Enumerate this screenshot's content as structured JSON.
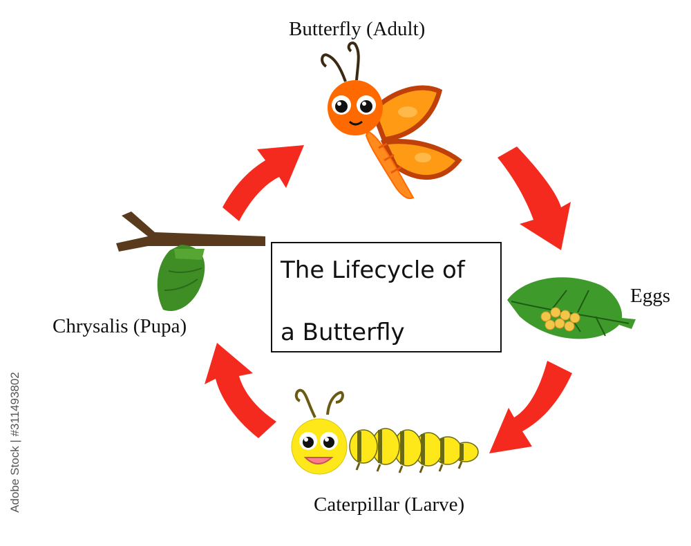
{
  "title": {
    "line1": "The Lifecycle of",
    "line2": "a Butterfly"
  },
  "stages": {
    "adult": "Butterfly (Adult)",
    "eggs": "Eggs",
    "larva": "Caterpillar (Larve)",
    "pupa": "Chrysalis (Pupa)"
  },
  "watermark": "Adobe Stock | #311493802",
  "colors": {
    "arrow": "#f52a1f",
    "butterfly_body": "#ff6a00",
    "butterfly_wing": "#ff9a14",
    "wing_edge": "#c0400a",
    "leaf": "#3f9a2c",
    "egg": "#f3c64a",
    "caterpillar": "#ffe81a",
    "caterpillar_stripe": "#6a6a14",
    "branch": "#5a3a1c",
    "chrysalis": "#3f8e25"
  },
  "icons": [
    "butterfly-icon",
    "leaf-with-eggs-icon",
    "caterpillar-icon",
    "chrysalis-on-branch-icon",
    "cycle-arrow-icon"
  ]
}
